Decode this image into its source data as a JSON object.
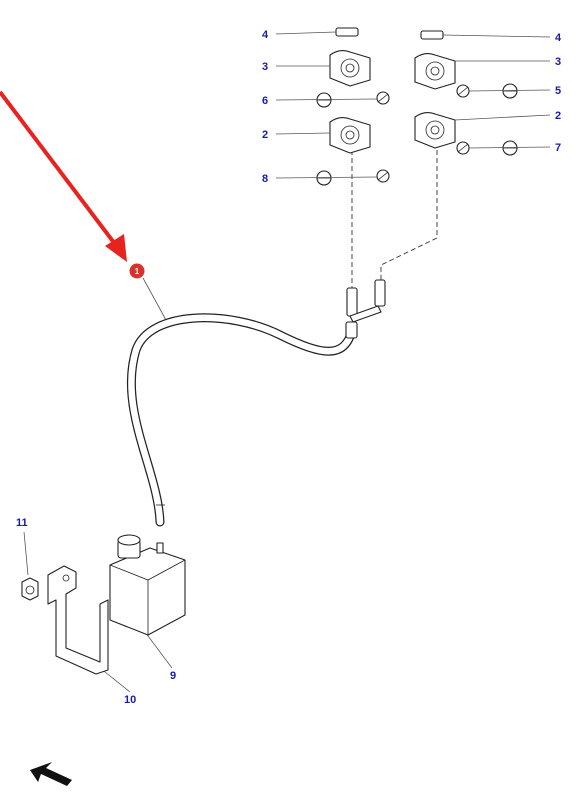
{
  "callouts": {
    "c4_left": "4",
    "c4_right": "4",
    "c3_left": "3",
    "c3_right": "3",
    "c6": "6",
    "c5": "5",
    "c2_left": "2",
    "c2_right": "2",
    "c7": "7",
    "c8": "8",
    "c11": "11",
    "c9": "9",
    "c10": "10"
  },
  "highlight_badge": "1",
  "colors": {
    "callout": "#1a1aa6",
    "arrow": "#e8231f",
    "badge": "#d9312b"
  },
  "icons": [
    "red-pointer-arrow",
    "orientation-arrow-icon"
  ]
}
